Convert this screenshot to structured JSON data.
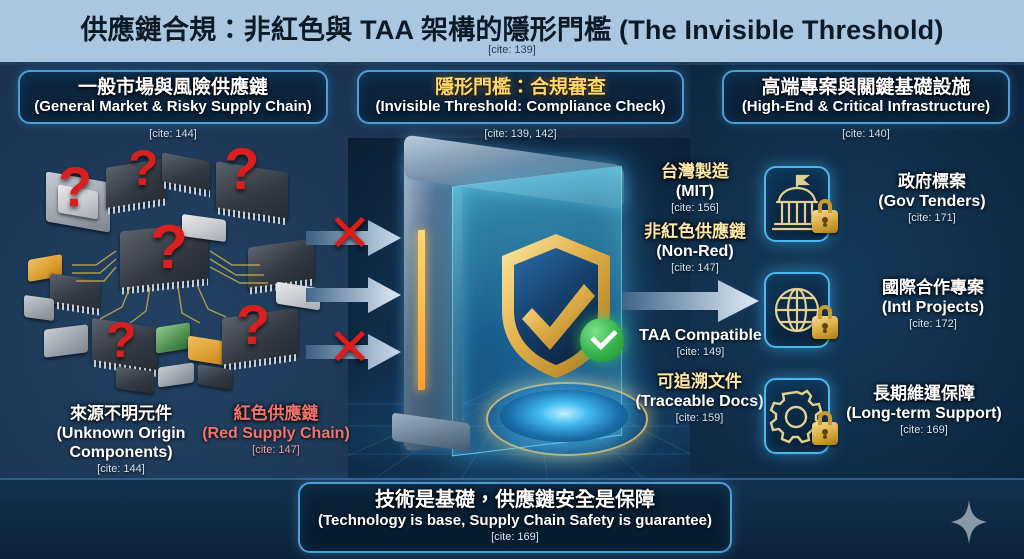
{
  "header": {
    "title": "供應鏈合規：非紅色與 TAA 架構的隱形門檻 (The Invisible Threshold)",
    "cite": "[cite: 139]",
    "bg_color": "#a9c7e1",
    "text_color": "#0c1a26"
  },
  "panels": {
    "left": {
      "zh": "一般市場與風險供應鏈",
      "en": "(General Market & Risky Supply Chain)",
      "cite": "[cite: 144]"
    },
    "center": {
      "zh": "隱形門檻：合規審查",
      "en": "(Invisible Threshold: Compliance Check)",
      "cite": "[cite: 139, 142]",
      "zh_color": "#ffd86b"
    },
    "right": {
      "zh": "高端專案與關鍵基礎設施",
      "en": "(High-End & Critical Infrastructure)",
      "cite": "[cite: 140]"
    }
  },
  "left_captions": [
    {
      "zh": "來源不明元件",
      "en": "(Unknown Origin Components)",
      "cite": "[cite: 144]",
      "color": "#ffffff",
      "style": "white"
    },
    {
      "zh": "紅色供應鏈",
      "en": "(Red Supply Chain)",
      "cite": "[cite: 147]",
      "color": "#f2736b",
      "style": "red"
    }
  ],
  "flow_arrows": [
    {
      "name": "blocked-top",
      "blocked": true
    },
    {
      "name": "passing-middle",
      "blocked": false
    },
    {
      "name": "blocked-bottom",
      "blocked": true
    }
  ],
  "criteria": [
    {
      "zh": "台灣製造",
      "en": "(MIT)",
      "cite": "[cite: 156]"
    },
    {
      "zh": "非紅色供應鏈",
      "en": "(Non-Red)",
      "cite": "[cite: 147]"
    },
    {
      "zh": "",
      "en": "TAA Compatible",
      "cite": "[cite: 149]"
    },
    {
      "zh": "可追溯文件",
      "en": "(Traceable Docs)",
      "cite": "[cite: 159]"
    }
  ],
  "outcomes": [
    {
      "icon": "government-building-icon",
      "zh": "政府標案",
      "en": "(Gov Tenders)",
      "cite": "[cite: 171]"
    },
    {
      "icon": "globe-icon",
      "zh": "國際合作專案",
      "en": "(Intl Projects)",
      "cite": "[cite: 172]"
    },
    {
      "icon": "gear-icon",
      "zh": "長期維運保障",
      "en": "(Long-term Support)",
      "cite": "[cite: 169]"
    }
  ],
  "banner": {
    "zh": "技術是基礎，供應鏈安全是保障",
    "en": "(Technology is base, Supply Chain Safety is guarantee)",
    "cite": "[cite: 169]"
  },
  "colors": {
    "title_bar": "#a9c7e1",
    "body_bg": "#13273c",
    "pill_border": "#4a9fd4",
    "gold": "#ffd86b",
    "red": "#e01b1b",
    "green_check": "#36b24a",
    "lock_gold": "#d9a93f"
  },
  "watermark": {
    "icon": "sparkle-icon"
  }
}
